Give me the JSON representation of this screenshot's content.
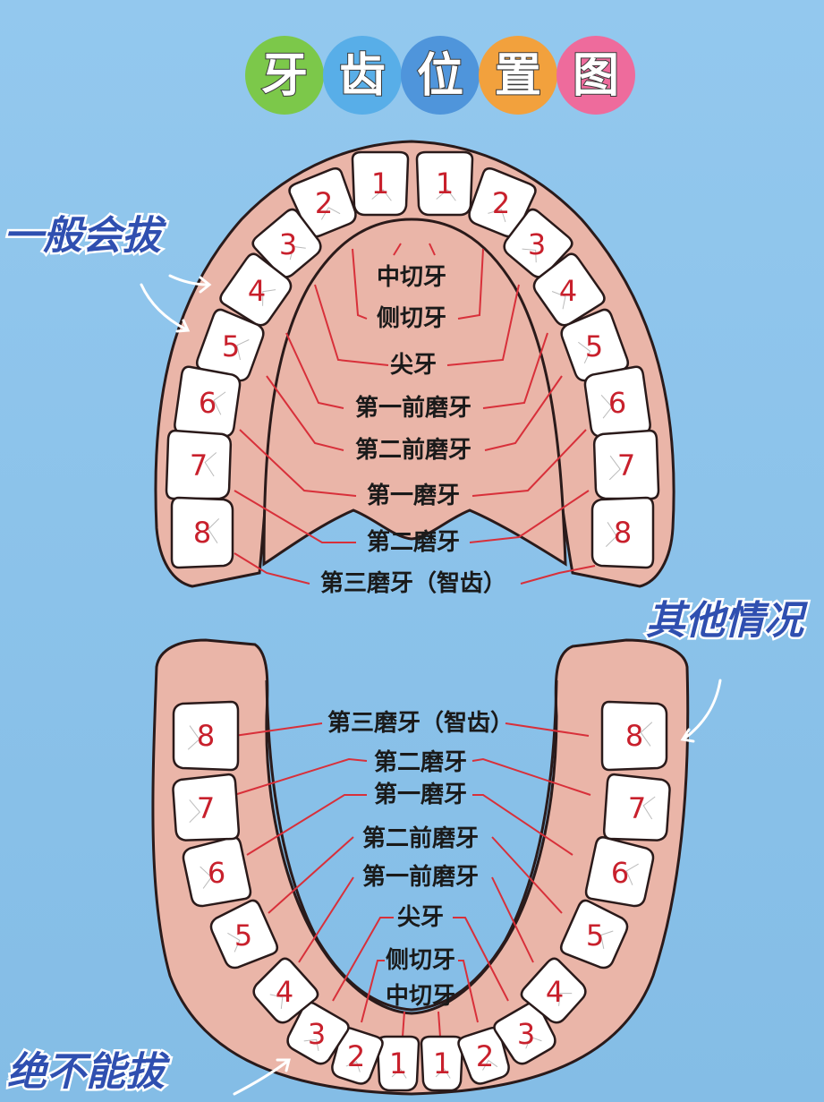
{
  "title": {
    "chars": [
      "牙",
      "齿",
      "位",
      "置",
      "图"
    ],
    "colors": [
      "#7cc84a",
      "#58aee8",
      "#4f95db",
      "#f2a13d",
      "#ee6b9c"
    ]
  },
  "side_labels": {
    "general_extract": "一般会拔",
    "other_cases": "其他情况",
    "never_extract": "绝不能拔"
  },
  "upper_arch": {
    "tooth_numbers_left": [
      "1",
      "2",
      "3",
      "4",
      "5",
      "6",
      "7",
      "8"
    ],
    "tooth_numbers_right": [
      "1",
      "2",
      "3",
      "4",
      "5",
      "6",
      "7",
      "8"
    ],
    "labels": [
      "中切牙",
      "侧切牙",
      "尖牙",
      "第一前磨牙",
      "第二前磨牙",
      "第一磨牙",
      "第二磨牙",
      "第三磨牙（智齿）"
    ]
  },
  "lower_arch": {
    "tooth_numbers_left": [
      "1",
      "2",
      "3",
      "4",
      "5",
      "6",
      "7",
      "8"
    ],
    "tooth_numbers_right": [
      "1",
      "2",
      "3",
      "4",
      "5",
      "6",
      "7",
      "8"
    ],
    "labels": [
      "中切牙",
      "侧切牙",
      "尖牙",
      "第一前磨牙",
      "第二前磨牙",
      "第一磨牙",
      "第二磨牙",
      "第三磨牙（智齿）"
    ]
  },
  "colors": {
    "background": "#8ec3ea",
    "gum": "#eab5a8",
    "gum_outline": "#2a1a1a",
    "tooth": "#ffffff",
    "number": "#c8202c",
    "leader_line": "#d8303a",
    "side_label": "#2f4fb0",
    "arrow": "#ffffff"
  }
}
